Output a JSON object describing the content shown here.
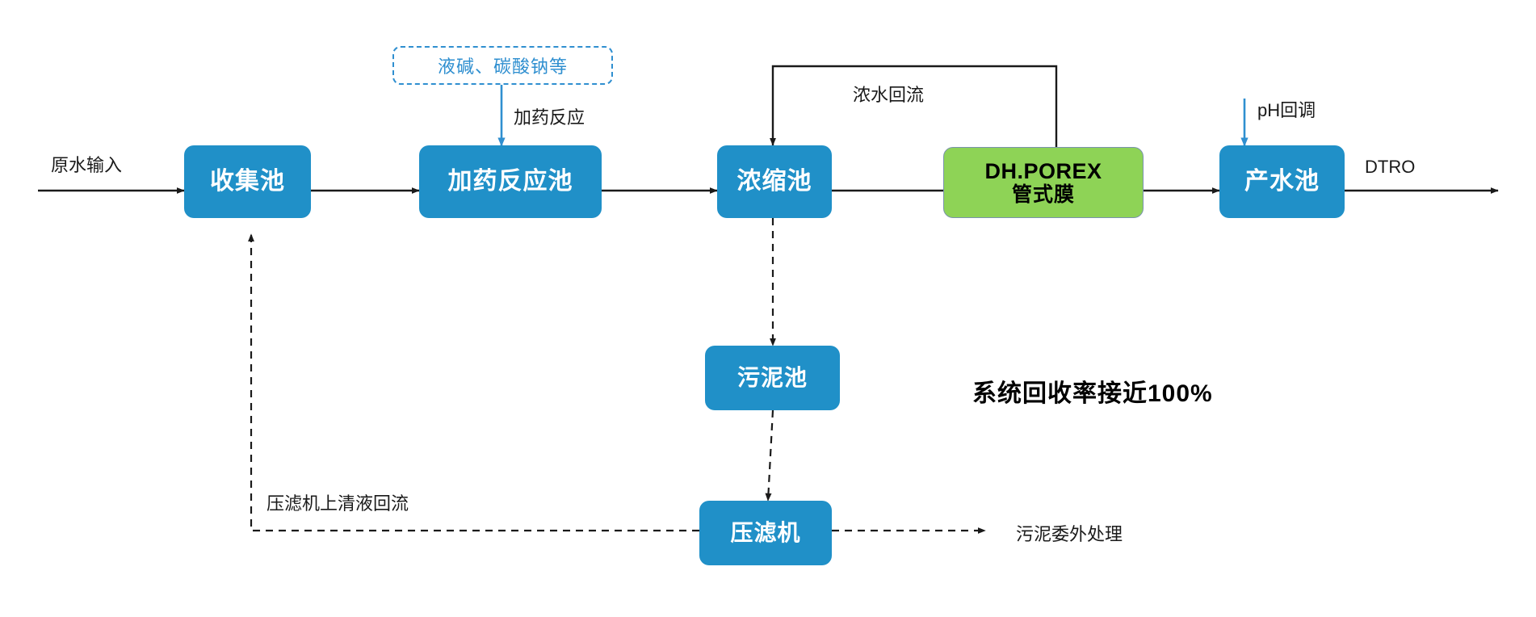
{
  "diagram": {
    "title_note": "系统回收率接近100%",
    "nodes": [
      {
        "id": "collect",
        "label": "收集池",
        "kind": "blue"
      },
      {
        "id": "dosing",
        "label": "加药反应池",
        "kind": "blue"
      },
      {
        "id": "thicken",
        "label": "浓缩池",
        "kind": "blue"
      },
      {
        "id": "membrane",
        "label_line1": "DH.POREX",
        "label_line2": "管式膜",
        "kind": "green"
      },
      {
        "id": "product",
        "label": "产水池",
        "kind": "blue"
      },
      {
        "id": "sludge",
        "label": "污泥池",
        "kind": "blue"
      },
      {
        "id": "press",
        "label": "压滤机",
        "kind": "blue"
      }
    ],
    "chem_box": {
      "label": "液碱、碳酸钠等"
    },
    "edge_labels": {
      "raw_water_in": "原水输入",
      "dosing_reaction": "加药反应",
      "concentrate_return": "浓水回流",
      "ph_adjust": "pH回调",
      "dtro_out": "DTRO",
      "filtrate_return": "压滤机上清液回流",
      "sludge_outsourced": "污泥委外处理"
    },
    "colors": {
      "node_blue": "#2090c8",
      "node_green": "#8ed356",
      "accent_blue": "#2f8fd0",
      "line": "#1a1a1a",
      "text_dark": "#1a1a1a"
    }
  }
}
